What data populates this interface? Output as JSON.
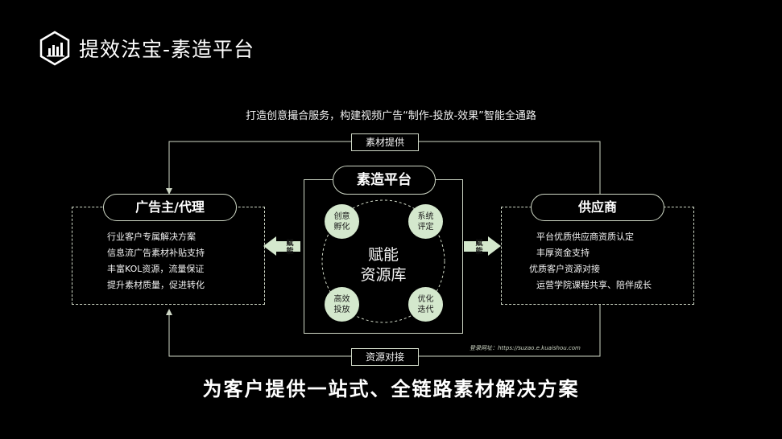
{
  "header": {
    "title": "提效法宝-素造平台",
    "icon": "bar-chart-hexagon-icon"
  },
  "subtitle": "打造创意撮合服务，构建视频广告“制作-投放-效果”智能全通路",
  "loop": {
    "top_tag": "素材提供",
    "bottom_tag": "资源对接"
  },
  "left": {
    "title": "广告主/代理",
    "items": [
      "行业客户专属解决方案",
      "信息流广告素材补贴支持",
      "丰富KOL资源，流量保证",
      "提升素材质量，促进转化"
    ]
  },
  "right": {
    "title": "供应商",
    "items": [
      "平台优质供应商资质认定",
      "丰厚资金支持",
      "优质客户资源对接",
      "运营学院课程共享、陪伴成长"
    ]
  },
  "center": {
    "title": "素造平台",
    "core_line1": "赋能",
    "core_line2": "资源库",
    "nodes": [
      {
        "line1": "创意",
        "line2": "孵化"
      },
      {
        "line1": "系统",
        "line2": "评定"
      },
      {
        "line1": "高效",
        "line2": "投放"
      },
      {
        "line1": "优化",
        "line2": "迭代"
      }
    ],
    "arrow_left": "赋能",
    "arrow_right": "赋能",
    "url": "登录网址：https://suzao.e.kuaishou.com"
  },
  "slogan": "为客户提供一站式、全链路素材解决方案",
  "colors": {
    "background": "#000000",
    "accent": "#d4e8cd",
    "line": "#cfd8c6"
  }
}
